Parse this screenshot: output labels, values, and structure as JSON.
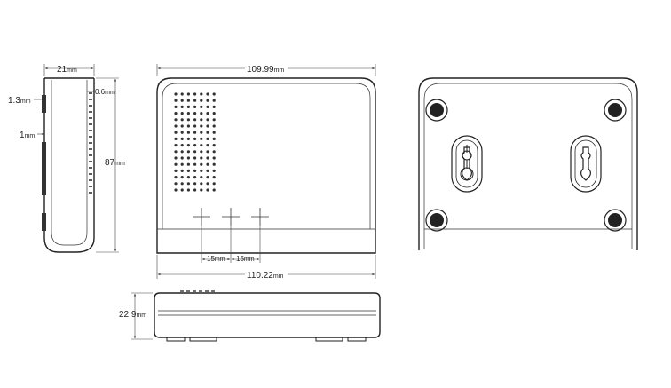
{
  "side_view": {
    "width_value": "21",
    "height_value": "87",
    "gap_value": "1.3",
    "slot_value": "1",
    "wall_value": "0.6",
    "unit": "mm"
  },
  "front_view": {
    "top_width_value": "109.99",
    "bottom_width_value": "110.22",
    "spacing_1_value": "15",
    "spacing_2_value": "15",
    "unit": "mm"
  },
  "bottom_view": {
    "height_value": "22.9",
    "unit": "mm"
  },
  "rear_view": {
    "mount_holes": 2,
    "screw_feet": 4
  }
}
